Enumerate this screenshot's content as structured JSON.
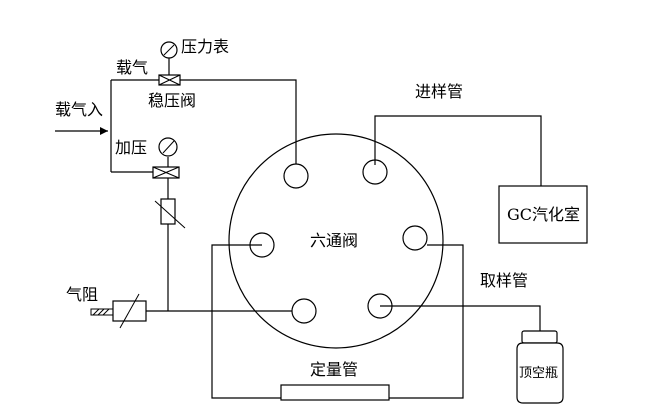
{
  "labels": {
    "pressure_gauge": "压力表",
    "carrier_gas": "载气",
    "regulator_valve": "稳压阀",
    "carrier_in": "载气入",
    "pressurize": "加压",
    "injection_tube": "进样管",
    "vaporizer": "GC汽化室",
    "six_way_valve": "六通阀",
    "sampling_tube": "取样管",
    "gas_resistor": "气阻",
    "quant_loop": "定量管",
    "headspace_vial": "顶空瓶"
  }
}
